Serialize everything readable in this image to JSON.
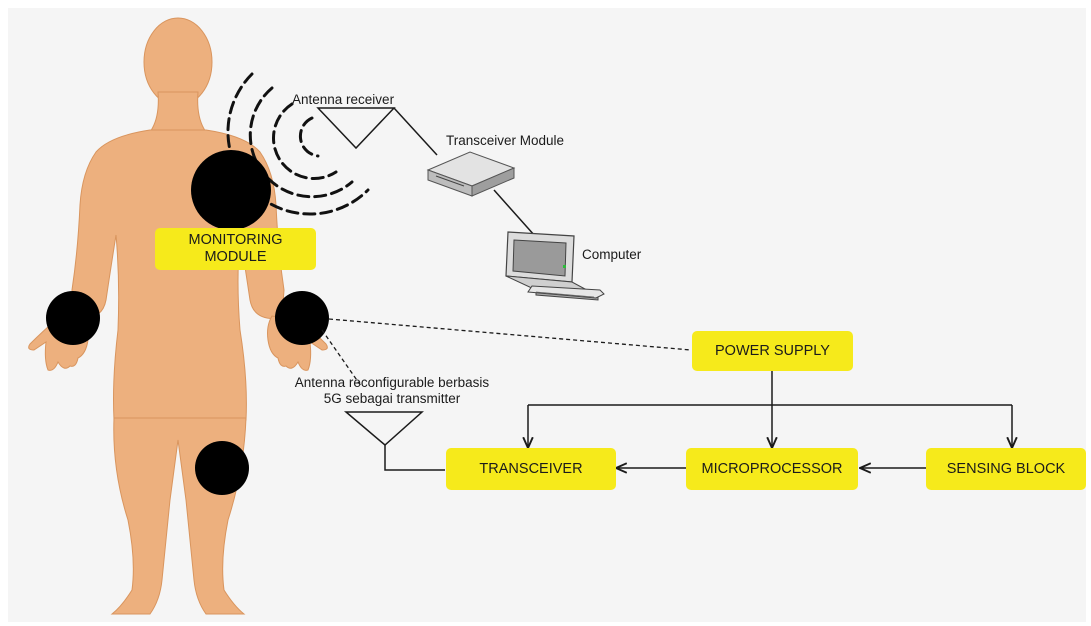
{
  "colors": {
    "background": "#f5f5f5",
    "skin": "#edb07e",
    "skin_shadow": "#d9955e",
    "block_fill": "#f6ea1b",
    "sensor": "#000000",
    "line": "#1b1b1b"
  },
  "labels": {
    "antenna_receiver": "Antenna receiver",
    "transceiver_module": "Transceiver Module",
    "computer": "Computer",
    "antenna_transmitter": "Antenna reconfigurable berbasis\n5G sebagai transmitter"
  },
  "blocks": {
    "monitoring_module": "MONITORING\nMODULE",
    "power_supply": "POWER SUPPLY",
    "transceiver": "TRANSCEIVER",
    "microprocessor": "MICROPROCESSOR",
    "sensing_block": "SENSING BLOCK"
  },
  "icons": {
    "antenna": "triangle-antenna-icon",
    "router": "transceiver-device-icon",
    "computer": "desktop-computer-icon",
    "signal": "wireless-signal-icon",
    "human": "human-body-icon"
  }
}
